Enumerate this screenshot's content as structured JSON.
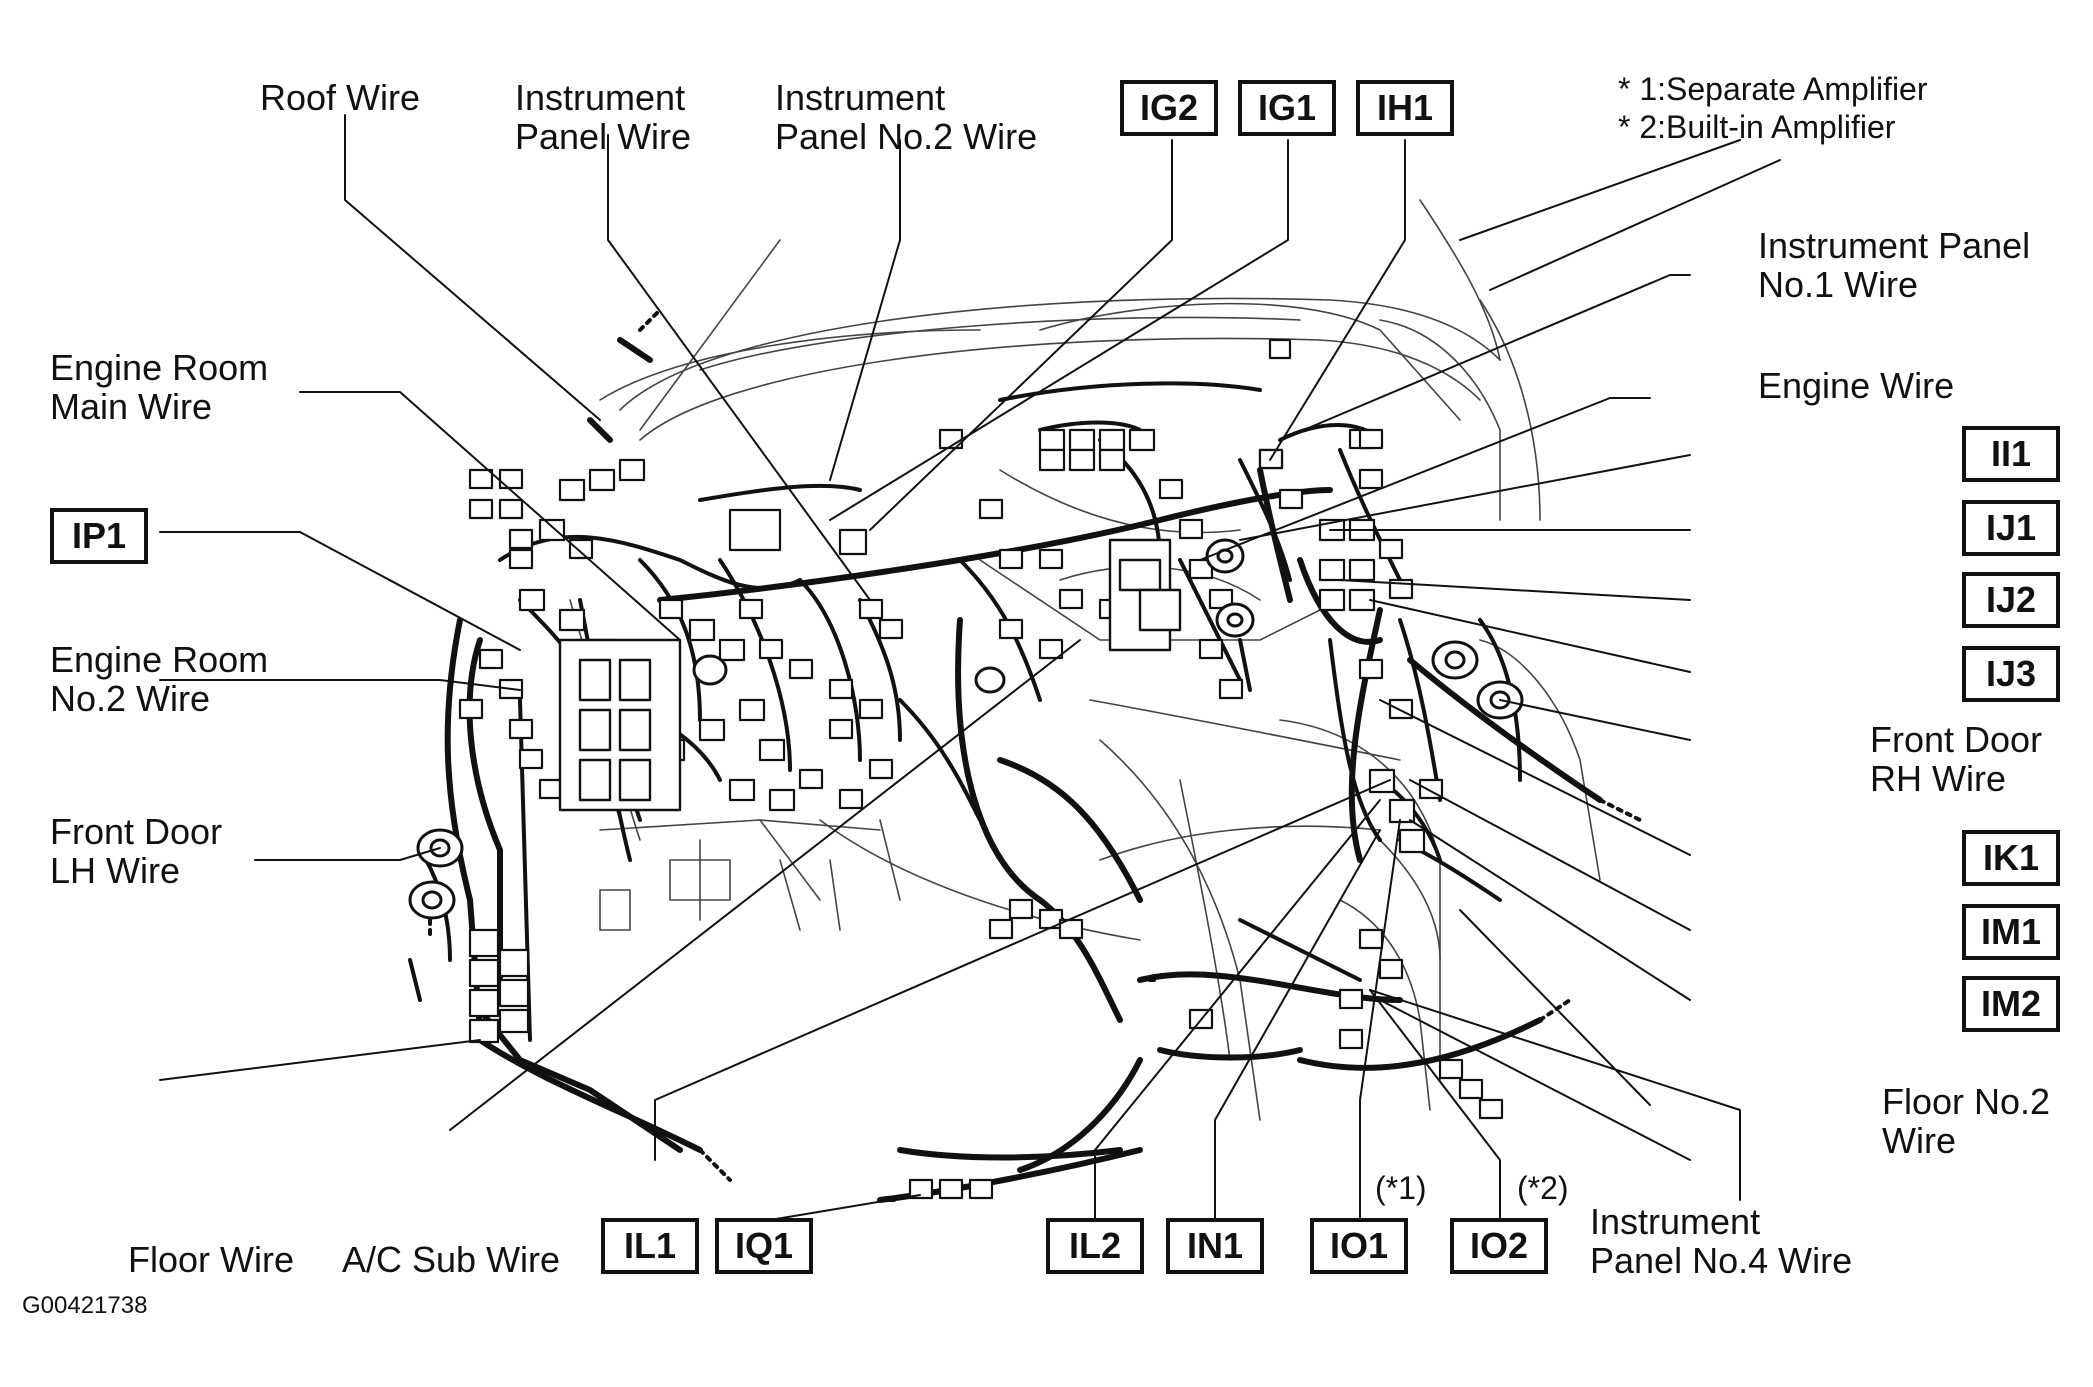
{
  "labels": {
    "roof_wire": "Roof Wire",
    "instrument_panel_wire": [
      "Instrument",
      "Panel Wire"
    ],
    "instrument_panel_no2": [
      "Instrument",
      "Panel No.2 Wire"
    ],
    "engine_room_main": [
      "Engine Room",
      "Main Wire"
    ],
    "engine_room_no2": [
      "Engine Room",
      "No.2 Wire"
    ],
    "front_door_lh": [
      "Front Door",
      "LH Wire"
    ],
    "floor_wire": "Floor Wire",
    "ac_sub_wire": "A/C Sub Wire",
    "instrument_panel_no1": [
      "Instrument Panel",
      "No.1 Wire"
    ],
    "engine_wire": "Engine Wire",
    "front_door_rh": [
      "Front Door",
      "RH Wire"
    ],
    "floor_no2": [
      "Floor No.2",
      "Wire"
    ],
    "instrument_panel_no4": [
      "Instrument",
      "Panel No.4 Wire"
    ]
  },
  "notes": [
    "* 1:Separate Amplifier",
    "* 2:Built-in Amplifier"
  ],
  "footnote_marks": {
    "io1": "(*1)",
    "io2": "(*2)"
  },
  "connectors": {
    "IG2": "IG2",
    "IG1": "IG1",
    "IH1": "IH1",
    "IP1": "IP1",
    "II1": "II1",
    "IJ1": "IJ1",
    "IJ2": "IJ2",
    "IJ3": "IJ3",
    "IK1": "IK1",
    "IM1": "IM1",
    "IM2": "IM2",
    "IL1": "IL1",
    "IQ1": "IQ1",
    "IL2": "IL2",
    "IN1": "IN1",
    "IO1": "IO1",
    "IO2": "IO2"
  },
  "figure_code": "G00421738"
}
